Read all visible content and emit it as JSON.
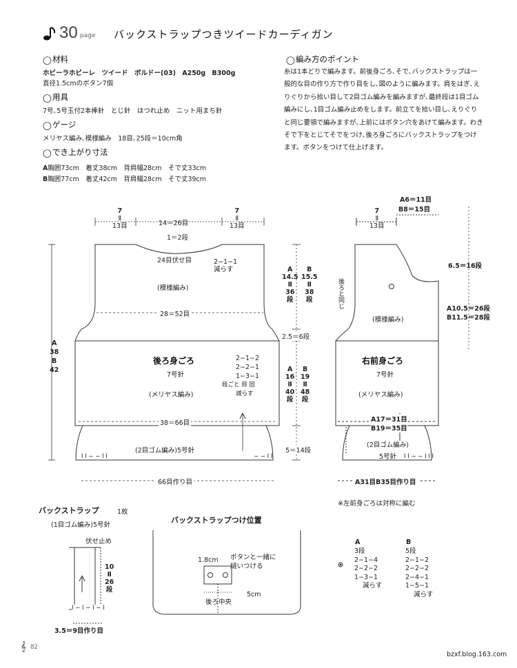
{
  "header": {
    "page_number": "30",
    "page_word": "page",
    "title": "バックストラップつきツイードカーディガン"
  },
  "materials": {
    "heading": "材料",
    "yarn": "ホビーラホビーレ　ツイード　ボルドー(03)",
    "a_label": "A",
    "a_amount": "250g",
    "b_label": "B",
    "b_amount": "300g",
    "buttons": "直径1.5cmのボタン7個"
  },
  "tools": {
    "heading": "用具",
    "text": "7号､5号玉付2本棒針　とじ針　ほつれ止め　ニット用まち針"
  },
  "gauge": {
    "heading": "ゲージ",
    "text": "メリヤス編み､模様編み　18目､25段＝10cm角"
  },
  "sizes": {
    "heading": "でき上がり寸法",
    "a_label": "A",
    "a_text": "胸囲73cm　着丈38cm　背肩幅28cm　そで丈33cm",
    "b_label": "B",
    "b_text": "胸囲77cm　着丈42cm　背肩幅28cm　そで丈39cm"
  },
  "points": {
    "heading": "編み方のポイント",
    "lines": [
      "糸は1本どりで編みます。前後身ごろ､そで､バックストラップは一",
      "般的な目の作り方で作り目をし､図のように編みます。肩をはぎ､え",
      "りぐりから拾い目して2目ゴム編みを編みますが､最終段は1目ゴム",
      "編みにし､1目ゴム編み止めをします。前立てを拾い目し､えりぐり",
      "と同じ要領で編みますが､上前にはボタン穴をあけて編みます。わき",
      "そで下をとじてそでをつけ､後ろ身ごろにバックストラップをつけ",
      "ます。ボタンをつけて仕上げます。"
    ]
  },
  "back": {
    "top_left_a": "7",
    "top_left_eq": "Ⅱ",
    "top_left_b": "13目",
    "top_mid": "14＝26目",
    "top_right_a": "7",
    "top_right_eq": "Ⅱ",
    "top_right_b": "13目",
    "neck_rows": "1＝2段",
    "neck_bindoff": "24目伏せ目",
    "neck_dec1": "2−1−1",
    "neck_dec2": "減らす",
    "height_a": "A",
    "height_38": "38",
    "height_b": "B",
    "height_42": "42",
    "pattern": "(模様編み)",
    "chest": "28＝52目",
    "title": "後ろ身ごろ",
    "needle": "7号針",
    "stitch": "(メリヤス編み)",
    "dec_1": "2−1−2",
    "dec_2": "2−2−1",
    "dec_3": "1−3−1",
    "dec_4": "段ごと 目 回",
    "dec_5": "減らす",
    "bottom_width": "38＝66目",
    "rib": "(2目ゴム編み)5号針",
    "cast_on": "66目作り目",
    "rib_marks_l": "I I − − I I",
    "rib_marks_r": "− − I I"
  },
  "middle": {
    "col_a": "A",
    "col_b": "B",
    "upper_a1": "14.5",
    "upper_b1": "15.5",
    "upper_eq": "Ⅱ",
    "upper_a2": "36",
    "upper_b2": "38",
    "upper_unit": "段",
    "armhole": "2.5＝6段",
    "lower_a1": "16",
    "lower_b1": "19",
    "lower_a2": "40",
    "lower_b2": "48",
    "lower_unit": "段",
    "rib_rows": "5＝14段"
  },
  "front": {
    "a6": "A6＝11目",
    "b8": "B8＝15目",
    "shoulder_a": "7",
    "shoulder_eq": "Ⅱ",
    "shoulder_b": "13目",
    "same_as_back": "後ろと同じ",
    "neck_rows": "6.5＝16段",
    "a10": "A10.5＝26段",
    "b11": "B11.5＝28段",
    "pattern": "(模様編み)",
    "title": "右前身ごろ",
    "needle": "7号針",
    "stitch": "(メリヤス編み)",
    "a17": "A17＝31目",
    "b19": "B19＝35目",
    "rib": "(2目ゴム編み)",
    "rib_needle": "5号針",
    "cast_on": "A31目B35目作り目",
    "note": "※左前身ごろは対称に編む",
    "rib_marks": "I I − − I I I"
  },
  "strap": {
    "title": "バックストラップ",
    "count": "1枚",
    "rib": "(1目ゴム編み)5号針",
    "bindoff": "伏せ止め",
    "h1": "10",
    "heq": "Ⅱ",
    "h2": "26",
    "hunit": "段",
    "width": "3.5＝9目作り目",
    "marks": "I − I − I − I"
  },
  "placement": {
    "title": "バックストラップつけ位置",
    "size": "1.8cm",
    "sew": "ボタンと一緒に",
    "sew2": "縫いつける",
    "center": "後ろ中央",
    "offset": "5cm"
  },
  "sleeve_table": {
    "col_a": "A",
    "col_b": "B",
    "a_lines": [
      "3段",
      "2−1−4",
      "2−2−2",
      "1−3−1",
      "減らす"
    ],
    "b_lines": [
      "5段",
      "2−1−2",
      "2−2−2",
      "2−4−1",
      "1−5−1",
      "減らす"
    ]
  },
  "footer": {
    "page": "82",
    "site": "bzxf.blog.163.com"
  },
  "colors": {
    "line": "#333333",
    "text": "#222222"
  }
}
